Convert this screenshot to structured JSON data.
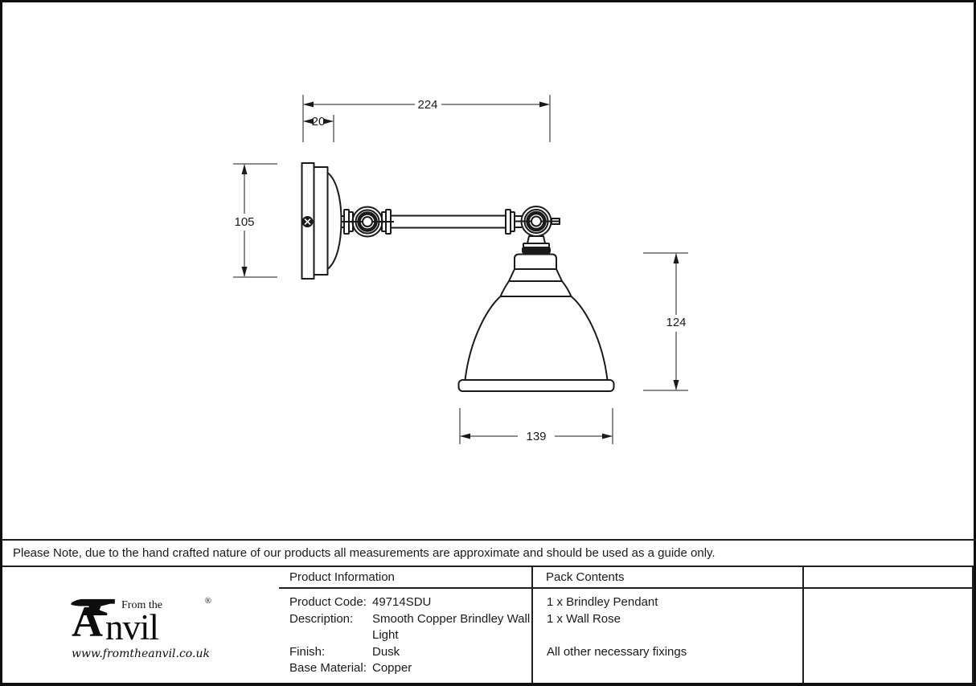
{
  "drawing": {
    "dimensions": {
      "projection": "224",
      "wall_plate_depth": "20",
      "wall_plate_height": "105",
      "shade_height": "124",
      "shade_diameter": "139"
    }
  },
  "note": {
    "text": "Please Note, due to the hand crafted nature of our products all measurements are approximate and should be used as a guide only."
  },
  "table": {
    "product_information": {
      "header": "Product Information",
      "rows": [
        {
          "label": "Product Code:",
          "value": "49714SDU"
        },
        {
          "label": "Description:",
          "value": "Smooth Copper Brindley Wall Light"
        },
        {
          "label": "Finish:",
          "value": "Dusk"
        },
        {
          "label": "Base Material:",
          "value": "Copper"
        }
      ]
    },
    "pack_contents": {
      "header": "Pack Contents",
      "items": [
        "1 x Brindley Pendant",
        "1 x Wall Rose",
        "",
        "All other necessary fixings"
      ]
    }
  },
  "logo": {
    "tagline": "From the",
    "brand_a": "A",
    "brand_rest": "nvil",
    "registered": "®",
    "url": "www.fromtheanvil.co.uk"
  },
  "colors": {
    "line": "#1a1a1a",
    "background": "#ffffff"
  }
}
